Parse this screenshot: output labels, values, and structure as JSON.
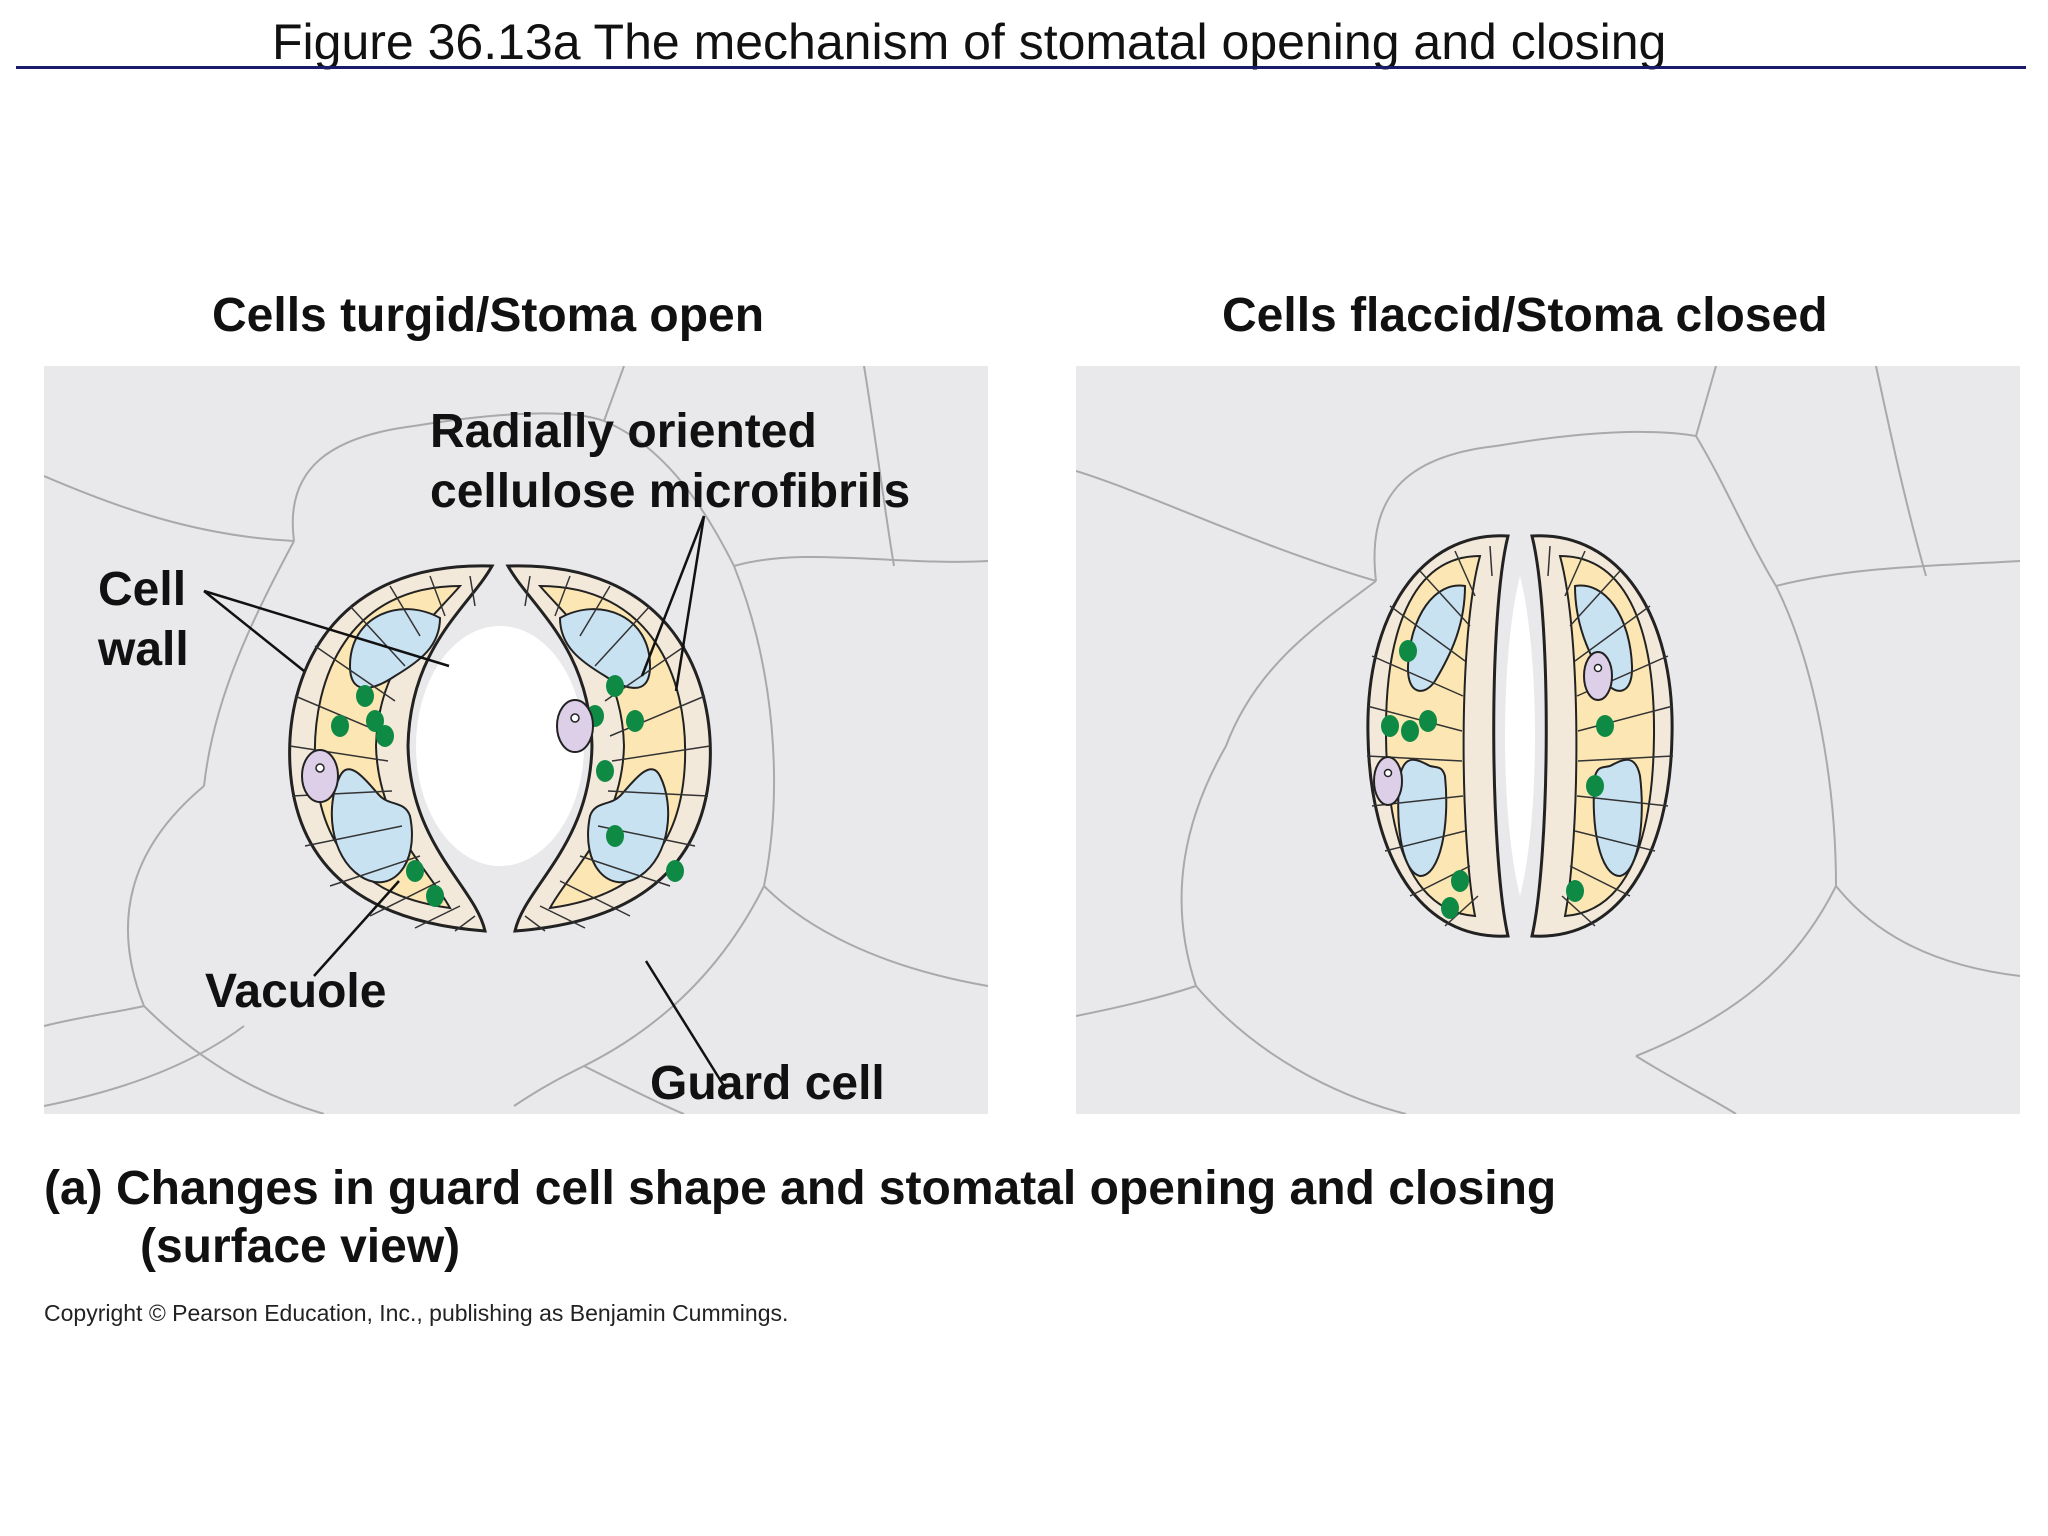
{
  "slide": {
    "title": "Figure 36.13a  The mechanism of stomatal opening and closing"
  },
  "panels": {
    "open": {
      "heading": "Cells turgid/Stoma open"
    },
    "closed": {
      "heading": "Cells flaccid/Stoma closed"
    }
  },
  "labels": {
    "radially_oriented_line1": "Radially oriented",
    "radially_oriented_line2": "cellulose microfibrils",
    "cell_wall_line1": "Cell",
    "cell_wall_line2": "wall",
    "vacuole": "Vacuole",
    "guard_cell": "Guard cell"
  },
  "caption": {
    "line1": "(a)  Changes in guard cell shape and stomatal opening and closing",
    "line2": "(surface view)"
  },
  "copyright": "Copyright © Pearson Education, Inc., publishing as Benjamin Cummings.",
  "colors": {
    "panel_background": "#e9e9eb",
    "cell_wall": "#f3e9db",
    "cytoplasm": "#fbe6b4",
    "vacuole": "#c9e2f2",
    "chloroplast": "#0f8a45",
    "nucleus": "#ddcfe8",
    "title_rule": "#1b1b6b"
  }
}
